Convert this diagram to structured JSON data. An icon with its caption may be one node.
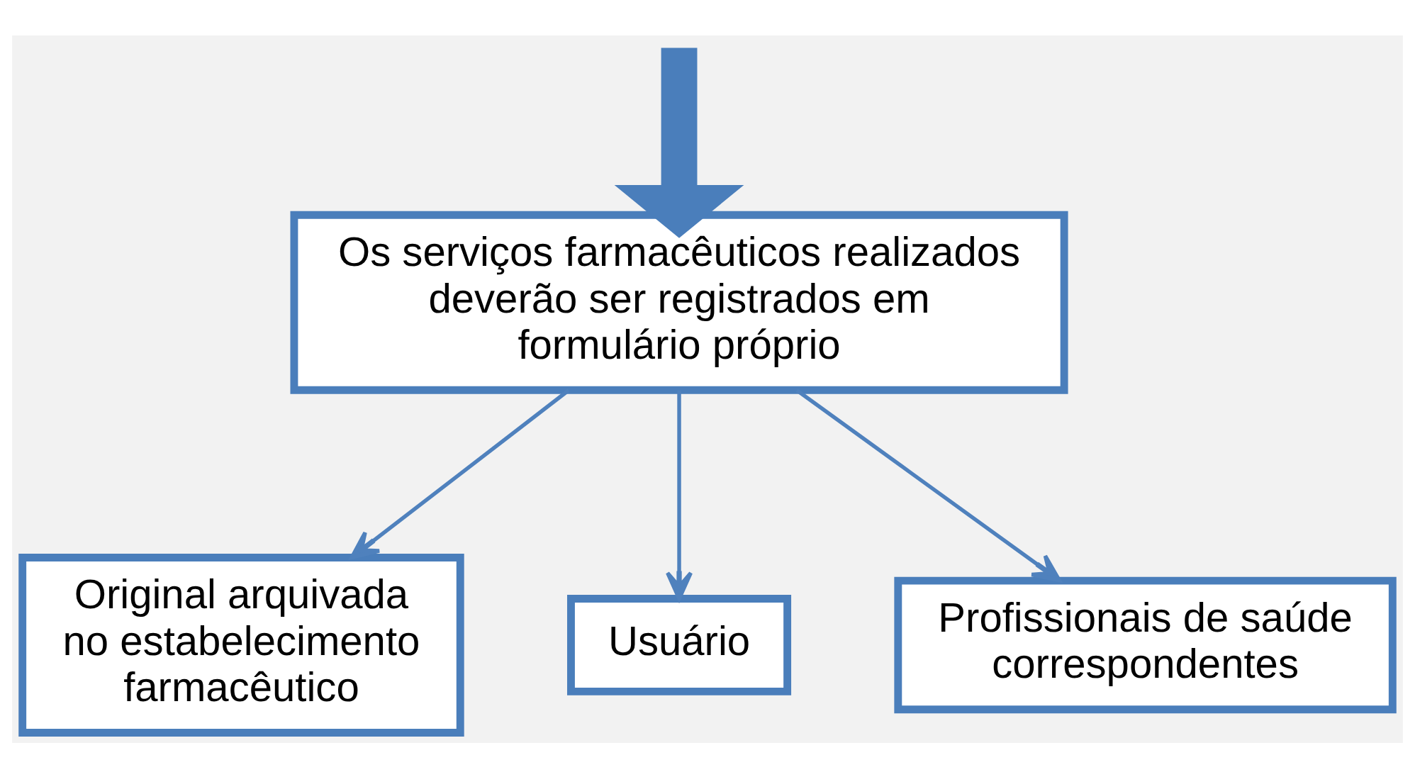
{
  "diagram": {
    "nodes": [
      {
        "text": [
          "Os serviços farmacêuticos realizados deverão ser registrados em formulário próprio"
        ]
      },
      {
        "text": [
          "Original arquivada no estabelecimento farmacêutico"
        ]
      },
      {
        "text": [
          "Usuário"
        ]
      },
      {
        "text": [
          "Profissionais de saúde correspondentes"
        ]
      }
    ],
    "edges": [
      {
        "from": null,
        "to": 0,
        "arrow": "to",
        "style": "thick"
      },
      {
        "from": 0,
        "to": 1,
        "arrow": "to"
      },
      {
        "from": 0,
        "to": 2,
        "arrow": "to"
      },
      {
        "from": 0,
        "to": 3,
        "arrow": "to"
      }
    ]
  }
}
